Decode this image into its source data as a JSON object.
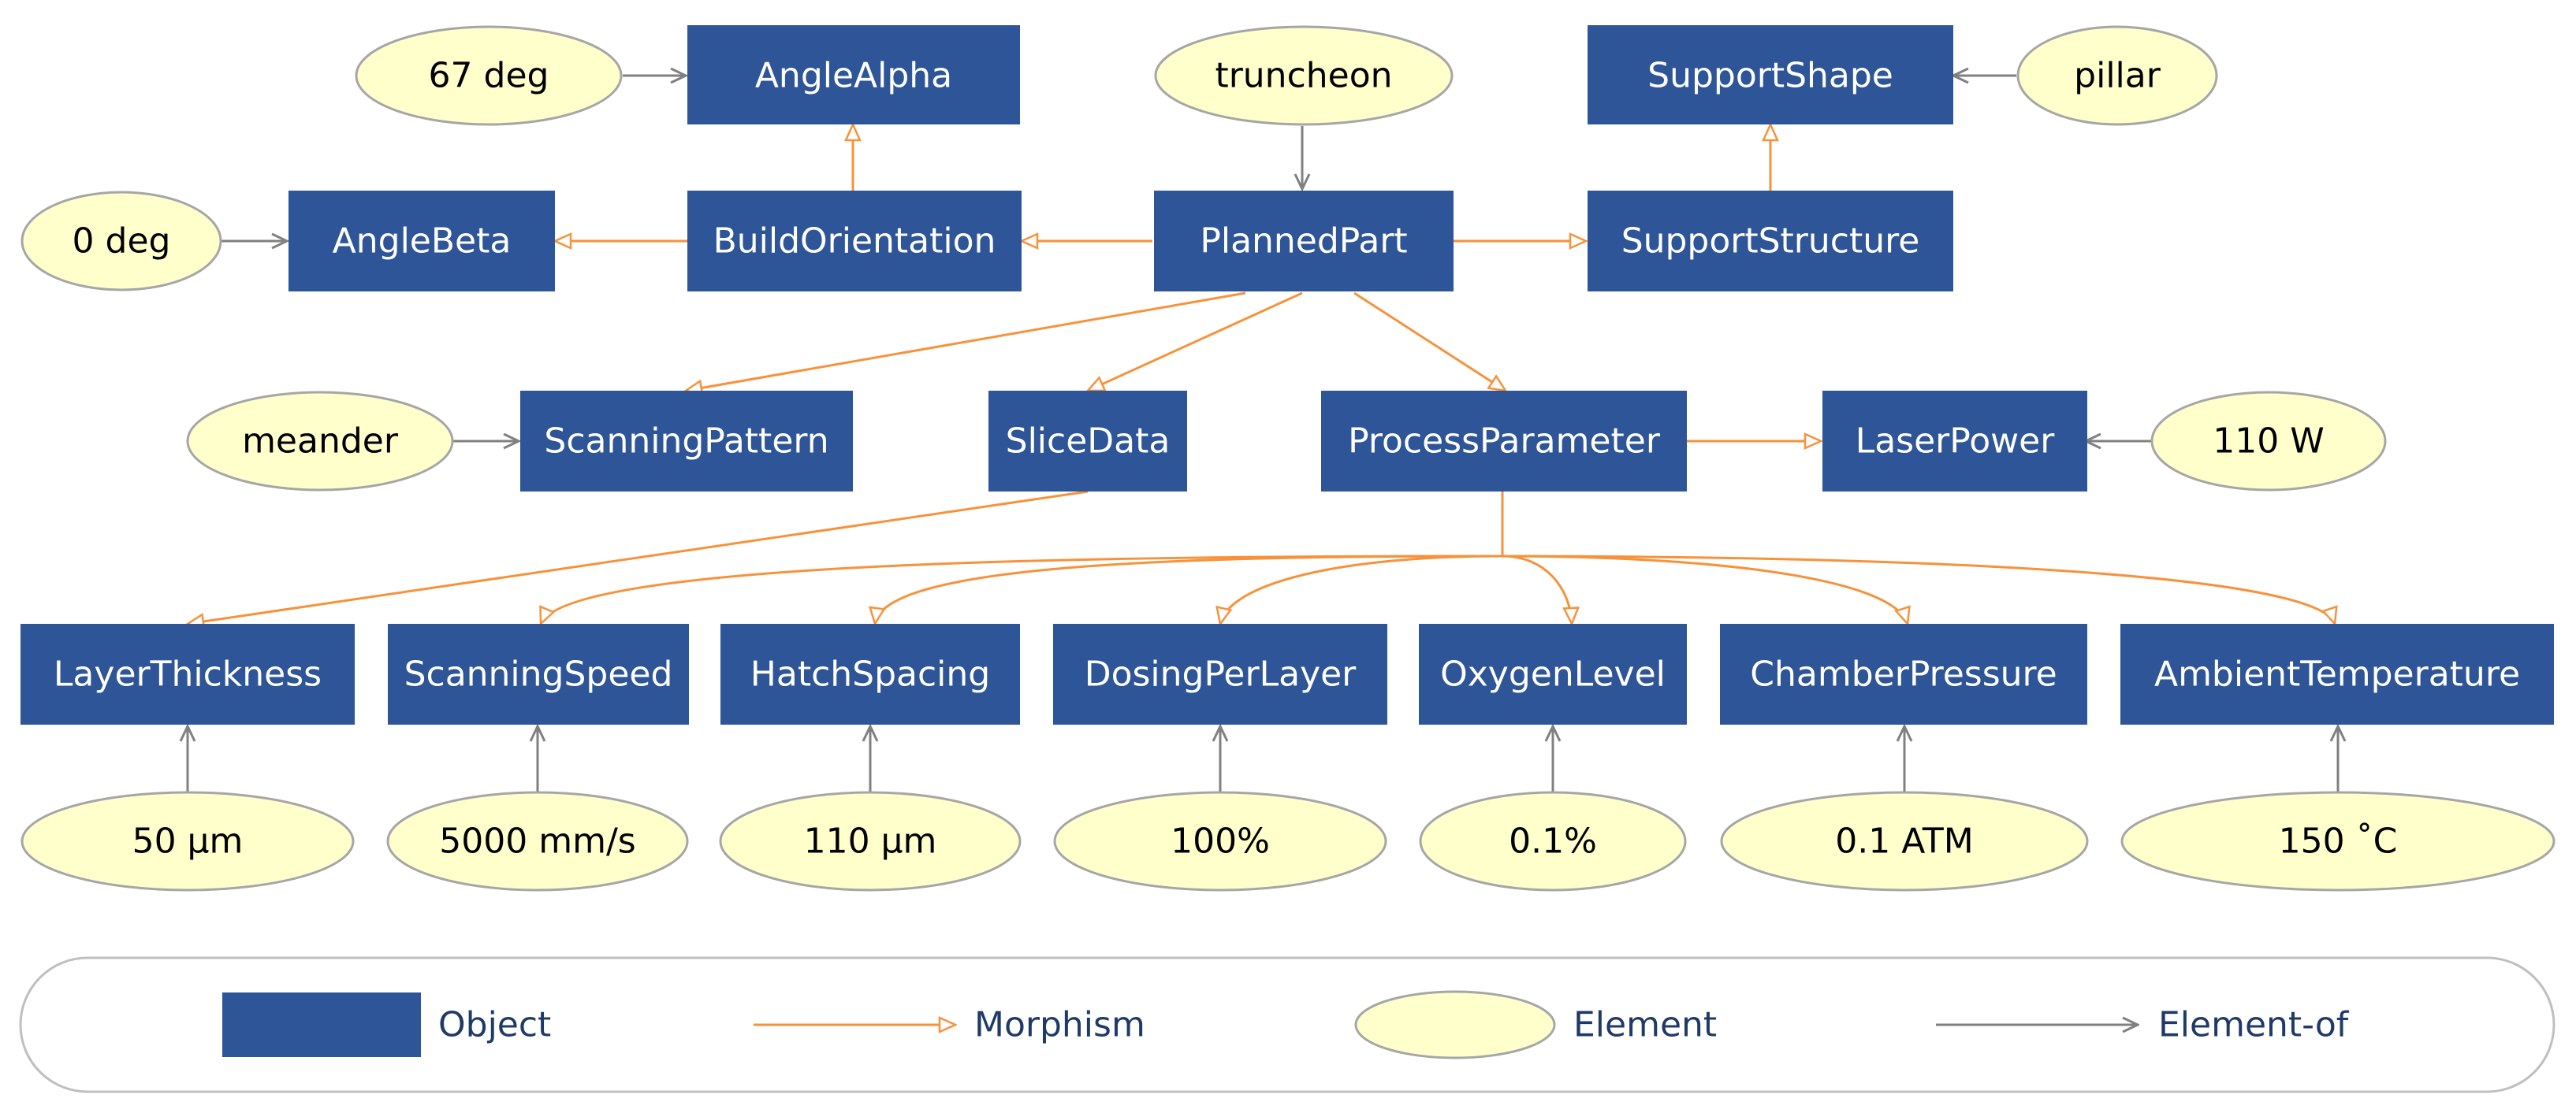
{
  "colors": {
    "object_fill": "#2e5597",
    "object_text": "#ffffff",
    "element_fill": "#ffffcc",
    "element_stroke": "#a6a6a6",
    "element_text": "#000000",
    "morphism": "#f7923a",
    "element_of": "#808080",
    "legend_text": "#1f3a68"
  },
  "objects": {
    "angle_alpha": "AngleAlpha",
    "support_shape": "SupportShape",
    "angle_beta": "AngleBeta",
    "build_orientation": "BuildOrientation",
    "planned_part": "PlannedPart",
    "support_structure": "SupportStructure",
    "scanning_pattern": "ScanningPattern",
    "slice_data": "SliceData",
    "process_parameter": "ProcessParameter",
    "laser_power": "LaserPower",
    "layer_thickness": "LayerThickness",
    "scanning_speed": "ScanningSpeed",
    "hatch_spacing": "HatchSpacing",
    "dosing_per_layer": "DosingPerLayer",
    "oxygen_level": "OxygenLevel",
    "chamber_pressure": "ChamberPressure",
    "ambient_temperature": "AmbientTemperature"
  },
  "elements": {
    "deg67": "67 deg",
    "truncheon": "truncheon",
    "pillar": "pillar",
    "deg0": "0 deg",
    "meander": "meander",
    "watt110": "110 W",
    "um50": "50 µm",
    "mms5000": "5000 mm/s",
    "um110": "110 µm",
    "pct100": "100%",
    "pct01": "0.1%",
    "atm01": "0.1 ATM",
    "c150": "150 ˚C"
  },
  "legend": {
    "object": "Object",
    "morphism": "Morphism",
    "element": "Element",
    "element_of": "Element-of"
  }
}
